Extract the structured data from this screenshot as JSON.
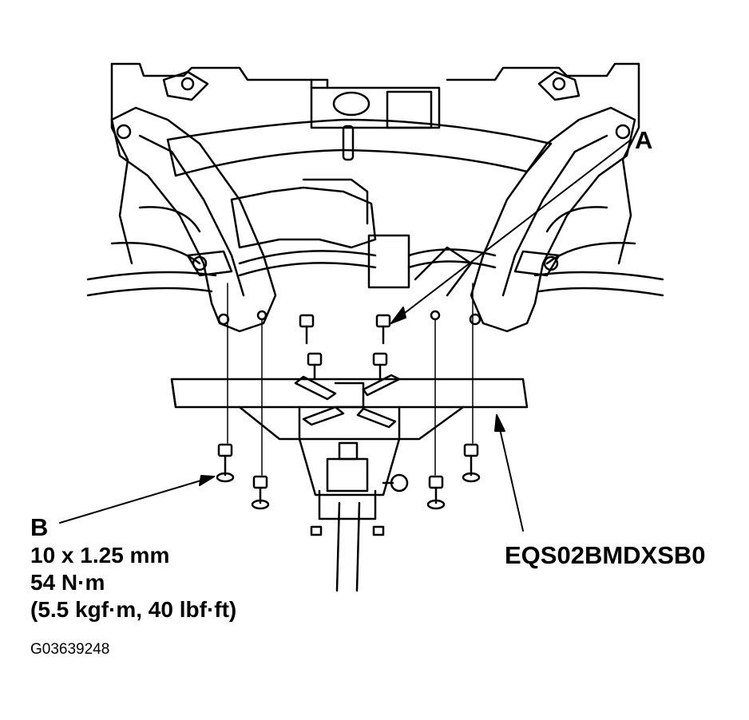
{
  "callouts": {
    "a": {
      "letter": "A"
    },
    "b": {
      "letter": "B",
      "size": "10 x 1.25 mm",
      "torque": "54 N·m",
      "torque_alt": "(5.5 kgf·m, 40 lbf·ft)"
    },
    "tool": {
      "code": "EQS02BMDXSB0"
    }
  },
  "figure": {
    "id": "G03639248"
  }
}
